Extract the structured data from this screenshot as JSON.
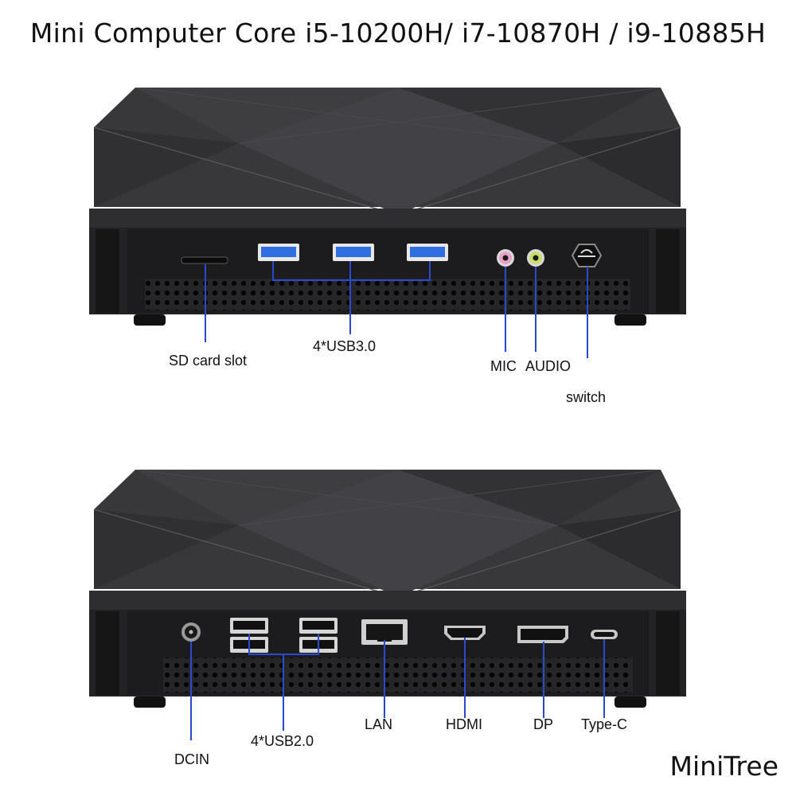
{
  "title": "Mini Computer Core i5-10200H/ i7-10870H / i9-10885H",
  "brand": "MiniTree",
  "colors": {
    "body": "#2b2b2d",
    "callout": "#2a4ad0",
    "usb3": "#2f6fe0"
  },
  "front_panel": {
    "labels": {
      "sd_card": "SD card slot",
      "usb3": "4*USB3.0",
      "mic": "MIC",
      "audio": "AUDIO",
      "switch": "switch"
    }
  },
  "rear_panel": {
    "labels": {
      "dcin": "DCIN",
      "usb2": "4*USB2.0",
      "lan": "LAN",
      "hdmi": "HDMI",
      "dp": "DP",
      "typec": "Type-C"
    }
  }
}
